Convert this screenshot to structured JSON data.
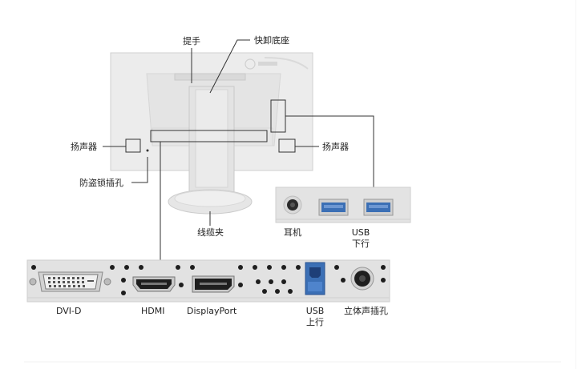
{
  "labels": {
    "handle": "提手",
    "quick_release": "快卸底座",
    "speaker_left": "扬声器",
    "speaker_right": "扬声器",
    "security_slot": "防盗锁插孔",
    "cable_clip": "线缆夹",
    "headphone": "耳机",
    "usb_down_line1": "USB",
    "usb_down_line2": "下行",
    "dvi": "DVI-D",
    "hdmi": "HDMI",
    "displayport": "DisplayPort",
    "usb_up_line1": "USB",
    "usb_up_line2": "上行",
    "stereo": "立体声插孔"
  },
  "colors": {
    "monitor_body": "#ececec",
    "panel": "#e2e2e2",
    "usb3_blue": "#3b6fb5",
    "line": "#333333",
    "port_dark": "#1e1e1e"
  }
}
